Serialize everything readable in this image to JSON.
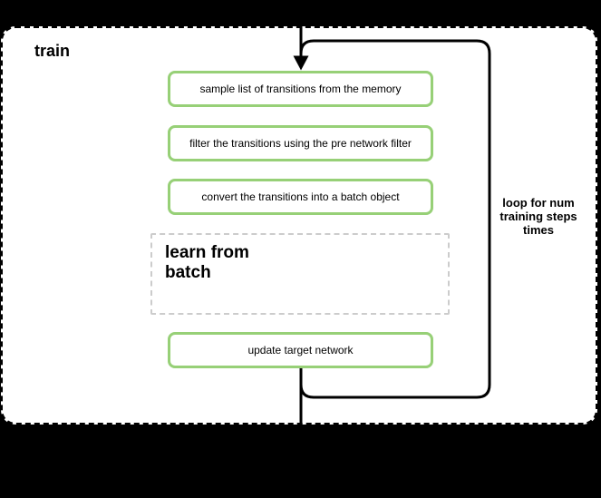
{
  "diagram": {
    "type": "flowchart",
    "frame_label": "train",
    "steps": [
      "sample list of transitions from the memory",
      "filter the transitions using the pre network filter",
      "convert the transitions into a batch object"
    ],
    "subprocess_label": "learn from\nbatch",
    "final_step": "update target network",
    "loop_annotation": {
      "lines": [
        "loop for num",
        "training steps",
        "times"
      ]
    },
    "colors": {
      "canvas_background": "#000000",
      "frame_fill": "#ffffff",
      "frame_border": "#000000",
      "step_border": "#97d077",
      "subprocess_border": "#cccccc",
      "connector": "#000000",
      "text": "#000000"
    }
  }
}
